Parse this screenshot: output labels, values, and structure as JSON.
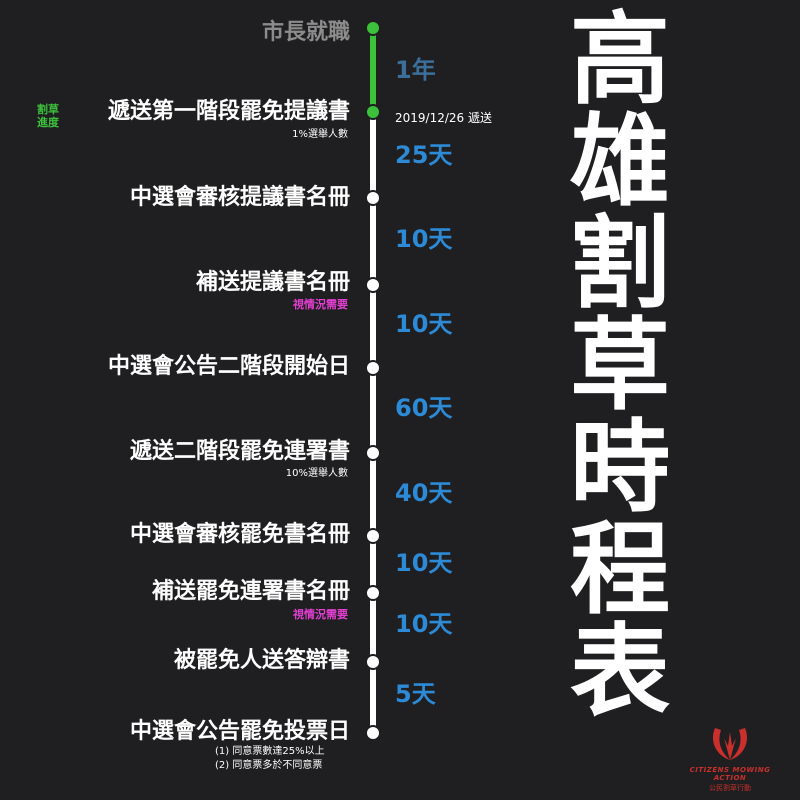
{
  "title": [
    "高",
    "雄",
    "割",
    "草",
    "時",
    "程",
    "表"
  ],
  "progress_tag": "割草\n進度",
  "steps": [
    {
      "label": "市長就職",
      "note": "",
      "note_color": ""
    },
    {
      "label": "遞送第一階段罷免提議書",
      "note": "1%選舉人數",
      "note_color": "white"
    },
    {
      "label": "中選會審核提議書名冊",
      "note": "",
      "note_color": ""
    },
    {
      "label": "補送提議書名冊",
      "note": "視情況需要",
      "note_color": "magenta"
    },
    {
      "label": "中選會公告二階段開始日",
      "note": "",
      "note_color": ""
    },
    {
      "label": "遞送二階段罷免連署書",
      "note": "10%選舉人數",
      "note_color": "white"
    },
    {
      "label": "中選會審核罷免書名冊",
      "note": "",
      "note_color": ""
    },
    {
      "label": "補送罷免連署書名冊",
      "note": "視情況需要",
      "note_color": "magenta"
    },
    {
      "label": "被罷免人送答辯書",
      "note": "",
      "note_color": ""
    },
    {
      "label": "中選會公告罷免投票日",
      "note": "",
      "note_color": ""
    }
  ],
  "date_note": "2019/12/26 遞送",
  "durations": [
    "1年",
    "25天",
    "10天",
    "10天",
    "60天",
    "40天",
    "10天",
    "10天",
    "5天"
  ],
  "footer_notes": [
    "(1) 同意票數達25%以上",
    "(2) 同意票多於不同意票"
  ],
  "logo": {
    "en": "CITIZENS MOWING ACTION",
    "zh": "公民割草行動"
  },
  "colors": {
    "background": "#1f1f21",
    "accent_green": "#3cc13b",
    "duration_blue": "#2d8ad6",
    "note_magenta": "#e23fd0",
    "logo_red": "#c9302c"
  },
  "icons": {
    "logo": "sickle-grass-logo-icon"
  }
}
